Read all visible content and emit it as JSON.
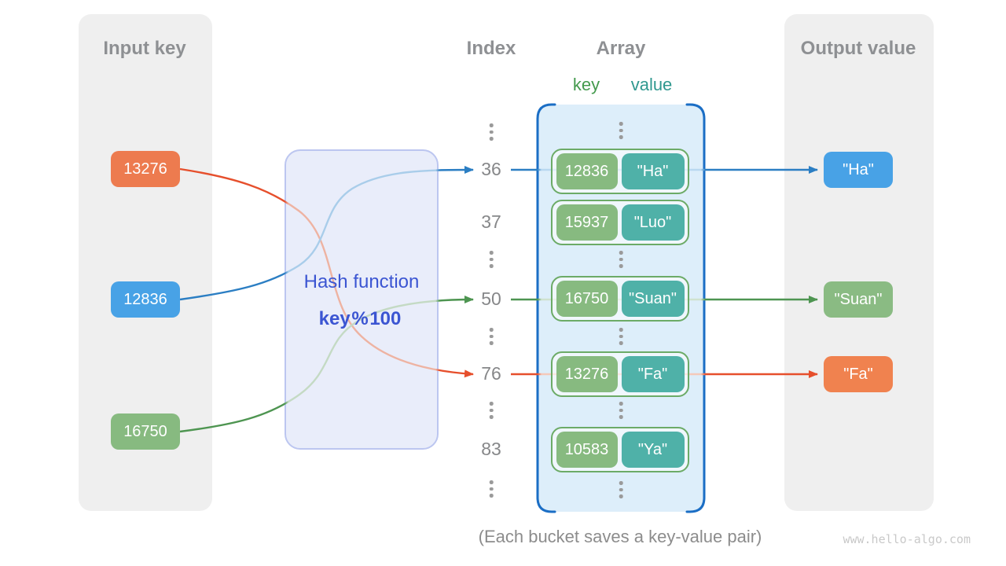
{
  "input": {
    "title": "Input key",
    "keys": [
      {
        "label": "13276",
        "color": "#ED7B4F"
      },
      {
        "label": "12836",
        "color": "#48A2E6"
      },
      {
        "label": "16750",
        "color": "#87BA80"
      }
    ]
  },
  "hash": {
    "title": "Hash function",
    "formula": "key % 100"
  },
  "index": {
    "title": "Index",
    "values": [
      "36",
      "37",
      "50",
      "76",
      "83"
    ]
  },
  "array": {
    "title": "Array",
    "key_header": "key",
    "value_header": "value",
    "pairs": [
      {
        "key": "12836",
        "value": "\"Ha\""
      },
      {
        "key": "15937",
        "value": "\"Luo\""
      },
      {
        "key": "16750",
        "value": "\"Suan\""
      },
      {
        "key": "13276",
        "value": "\"Fa\""
      },
      {
        "key": "10583",
        "value": "\"Ya\""
      }
    ]
  },
  "output": {
    "title": "Output value",
    "values": [
      {
        "label": "\"Ha\"",
        "color": "#48A2E6"
      },
      {
        "label": "\"Suan\"",
        "color": "#8ABB83"
      },
      {
        "label": "\"Fa\"",
        "color": "#F0824F"
      }
    ]
  },
  "caption": "(Each bucket saves a key-value pair)",
  "watermark": "www.hello-algo.com",
  "colors": {
    "panel_bg": "#EFEFEF",
    "array_bg": "#DDEEFA",
    "array_border": "#1B6EC5",
    "hash_bg": "#E9EDFA",
    "hash_border": "#BCC6F0",
    "hash_text": "#3B55D2",
    "pair_border": "#6CAB67",
    "key_box_green": "#87BA80",
    "value_box_teal": "#4FB1A8",
    "line_blue": "#2B7EC3",
    "line_green": "#4E9551",
    "line_red": "#E64F2C",
    "heading_gray": "#8E9093"
  }
}
